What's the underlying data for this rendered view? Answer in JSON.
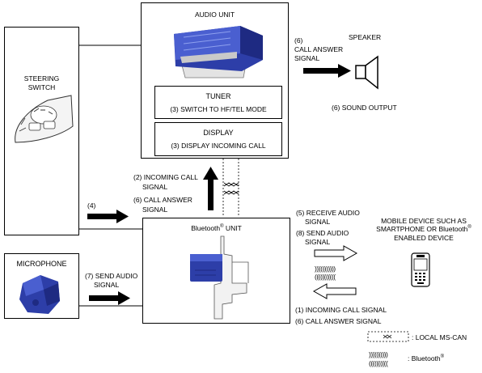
{
  "steering": {
    "label_line1": "STEERING",
    "label_line2": "SWITCH"
  },
  "audio_unit": {
    "title": "AUDIO UNIT",
    "tuner": {
      "title": "TUNER",
      "desc": "(3) SWITCH TO HF/TEL MODE"
    },
    "display": {
      "title": "DISPLAY",
      "desc": "(3) DISPLAY INCOMING CALL"
    }
  },
  "speaker": {
    "title": "SPEAKER",
    "signal_num": "(6)",
    "signal_line1": "CALL ANSWER",
    "signal_line2": "SIGNAL",
    "output": "(6) SOUND OUTPUT"
  },
  "bluetooth_unit": {
    "title_pre": "Bluetooth",
    "reg": "®",
    "title_post": " UNIT"
  },
  "signals_up": {
    "incoming_line1": "(2) INCOMING CALL",
    "incoming_line2": "SIGNAL",
    "answer_line1": "(6) CALL ANSWER",
    "answer_line2": "SIGNAL"
  },
  "steering_signal": {
    "label": "(4)"
  },
  "microphone": {
    "title": "MICROPHONE",
    "send_line1": "(7) SEND AUDIO",
    "send_line2": "SIGNAL"
  },
  "mobile": {
    "line1": "MOBILE DEVICE SUCH AS",
    "line2_pre": "SMARTPHONE OR Bluetooth",
    "reg": "®",
    "line3": "ENABLED DEVICE",
    "receive_line1": "(5) RECEIVE AUDIO",
    "receive_line2": "SIGNAL",
    "send_line1": "(8) SEND AUDIO",
    "send_line2": "SIGNAL",
    "incoming": "(1) INCOMING CALL SIGNAL",
    "answer": "(6) CALL ANSWER SIGNAL"
  },
  "legend": {
    "can_label": ": LOCAL MS-CAN",
    "bt_label_pre": ": Bluetooth",
    "reg": "®",
    "wave_right": ")))))))))))",
    "wave_left": "(((((((((((",
    "wave_right_short": "))))))))))",
    "wave_left_short": "(((((((((("
  }
}
